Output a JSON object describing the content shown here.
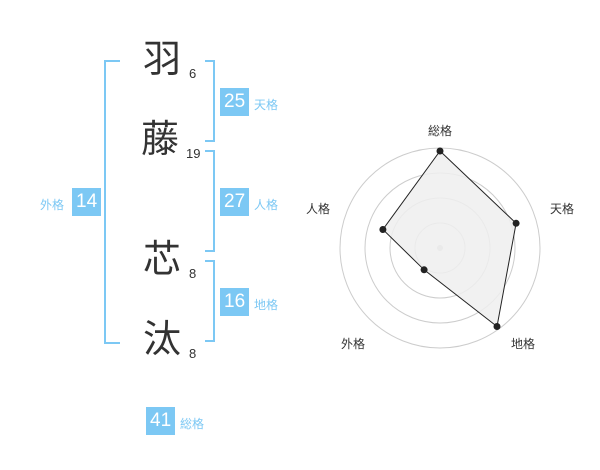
{
  "name": {
    "chars": [
      {
        "char": "羽",
        "strokes": "6"
      },
      {
        "char": "藤",
        "strokes": "19"
      },
      {
        "char": "芯",
        "strokes": "8"
      },
      {
        "char": "汰",
        "strokes": "8"
      }
    ]
  },
  "kaku": {
    "tenkaku": {
      "value": "25",
      "label": "天格"
    },
    "jinkaku": {
      "value": "27",
      "label": "人格"
    },
    "chikaku": {
      "value": "16",
      "label": "地格"
    },
    "gaikaku": {
      "value": "14",
      "label": "外格"
    },
    "soukaku": {
      "value": "41",
      "label": "総格"
    }
  },
  "chart_data": {
    "type": "radar",
    "axes": [
      "総格",
      "天格",
      "地格",
      "外格",
      "人格"
    ],
    "values": [
      0.97,
      0.8,
      0.97,
      0.27,
      0.6
    ],
    "range": [
      0,
      1
    ],
    "grid": true,
    "rings": 4,
    "colors": {
      "line": "#222222",
      "fill": "#eeeeee",
      "grid": "#cccccc",
      "point": "#222222"
    }
  },
  "colors": {
    "accent": "#7cc8f4",
    "text": "#333333"
  }
}
